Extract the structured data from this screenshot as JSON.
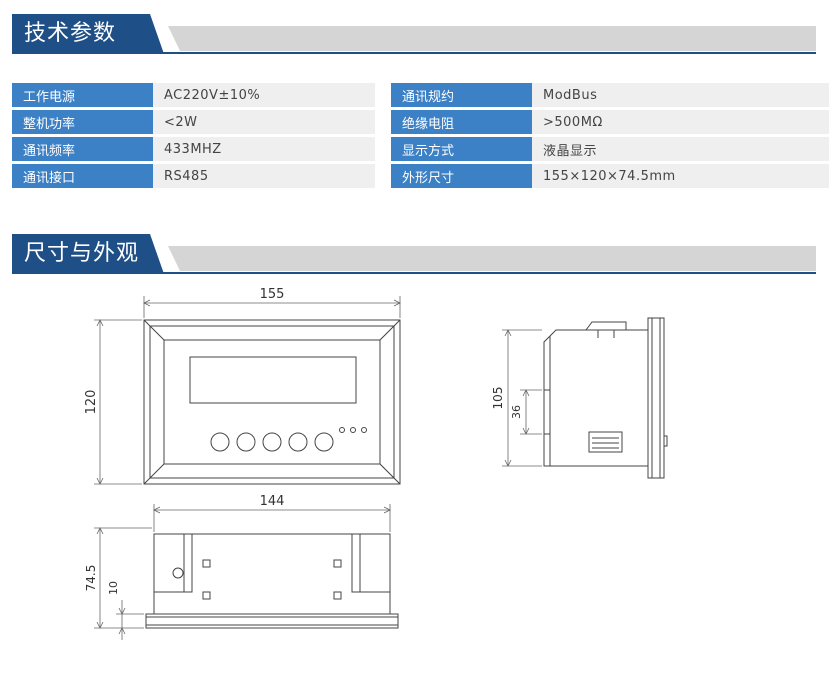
{
  "sections": {
    "specs_title": "技术参数",
    "dimensions_title": "尺寸与外观"
  },
  "specs": {
    "left": [
      {
        "label": "工作电源",
        "value": "AC220V±10%"
      },
      {
        "label": "整机功率",
        "value": "<2W"
      },
      {
        "label": "通讯频率",
        "value": "433MHZ"
      },
      {
        "label": "通讯接口",
        "value": "RS485"
      }
    ],
    "right": [
      {
        "label": "通讯规约",
        "value": "ModBus"
      },
      {
        "label": "绝缘电阻",
        "value": ">500MΩ"
      },
      {
        "label": "显示方式",
        "value": "液晶显示"
      },
      {
        "label": "外形尺寸",
        "value": "155×120×74.5mm"
      }
    ]
  },
  "dimensions": {
    "front_width": "155",
    "front_height": "120",
    "bottom_width": "144",
    "bottom_depth": "74.5",
    "bottom_flange": "10",
    "side_height": "105",
    "side_inner": "36"
  },
  "colors": {
    "header_blue": "#1e4f86",
    "label_blue": "#3c80c6",
    "value_gray": "#efefef",
    "bar_gray": "#d5d5d5"
  }
}
